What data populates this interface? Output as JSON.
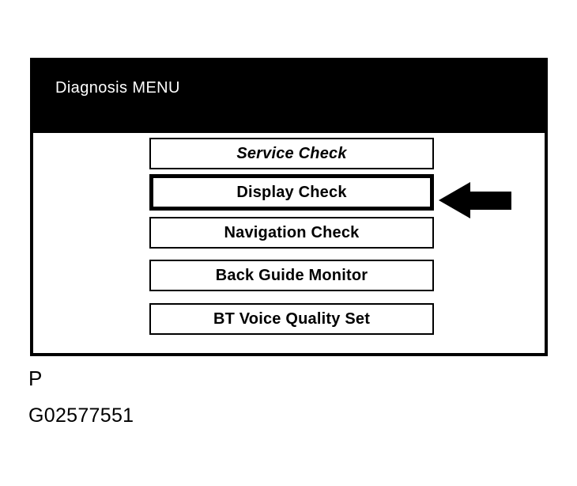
{
  "screen": {
    "title": "Diagnosis MENU",
    "title_color": "#ffffff",
    "titlebar_color": "#000000",
    "frame_color": "#000000",
    "background_color": "#ffffff"
  },
  "menu": {
    "items": [
      {
        "label": "Service Check",
        "selected": false,
        "style": "oblique"
      },
      {
        "label": "Display Check",
        "selected": true,
        "style": "normal"
      },
      {
        "label": "Navigation Check",
        "selected": false,
        "style": "normal"
      },
      {
        "label": "Back Guide Monitor",
        "selected": false,
        "style": "normal"
      },
      {
        "label": "BT Voice Quality Set",
        "selected": false,
        "style": "normal"
      }
    ]
  },
  "annotation": {
    "arrow_icon": "arrow-left-icon",
    "arrow_direction": "left",
    "arrow_color": "#000000",
    "points_at": "Display Check"
  },
  "captions": {
    "line1": "P",
    "line2": "G02577551"
  }
}
